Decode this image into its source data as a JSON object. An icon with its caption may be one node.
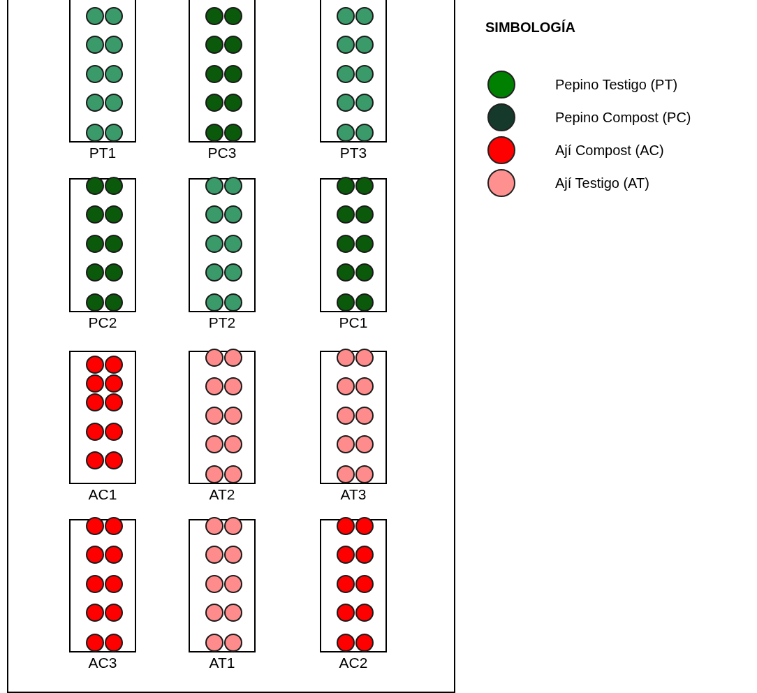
{
  "diagram": {
    "nodes": [
      {
        "text": [],
        "shape": "box"
      },
      {
        "text": [
          "PT1"
        ],
        "in": 0
      },
      {
        "text": [
          "PC3"
        ],
        "in": 0
      },
      {
        "text": [
          "PT3"
        ],
        "in": 0
      },
      {
        "text": [
          "PC2"
        ],
        "in": 0
      },
      {
        "text": [
          "PT2"
        ],
        "in": 0
      },
      {
        "text": [
          "PC1"
        ],
        "in": 0
      },
      {
        "text": [
          "AC1"
        ],
        "in": 0
      },
      {
        "text": [
          "AT2"
        ],
        "in": 0
      },
      {
        "text": [
          "AT3"
        ],
        "in": 0
      },
      {
        "text": [
          "AC3"
        ],
        "in": 0
      },
      {
        "text": [
          "AT1"
        ],
        "in": 0
      },
      {
        "text": [
          "AC2"
        ],
        "in": 0
      }
    ],
    "labels": [
      "SIMBOLOGÍA"
    ],
    "legend": [
      {
        "text": "Pepino Testigo (PT)",
        "color": "#008000"
      },
      {
        "text": "Pepino Compost (PC)",
        "color": "#15392a"
      },
      {
        "text": "Ají Compost (AC)",
        "color": "#ff0000"
      },
      {
        "text": "Ají Testigo (AT)",
        "color": "#ff9090"
      }
    ]
  }
}
